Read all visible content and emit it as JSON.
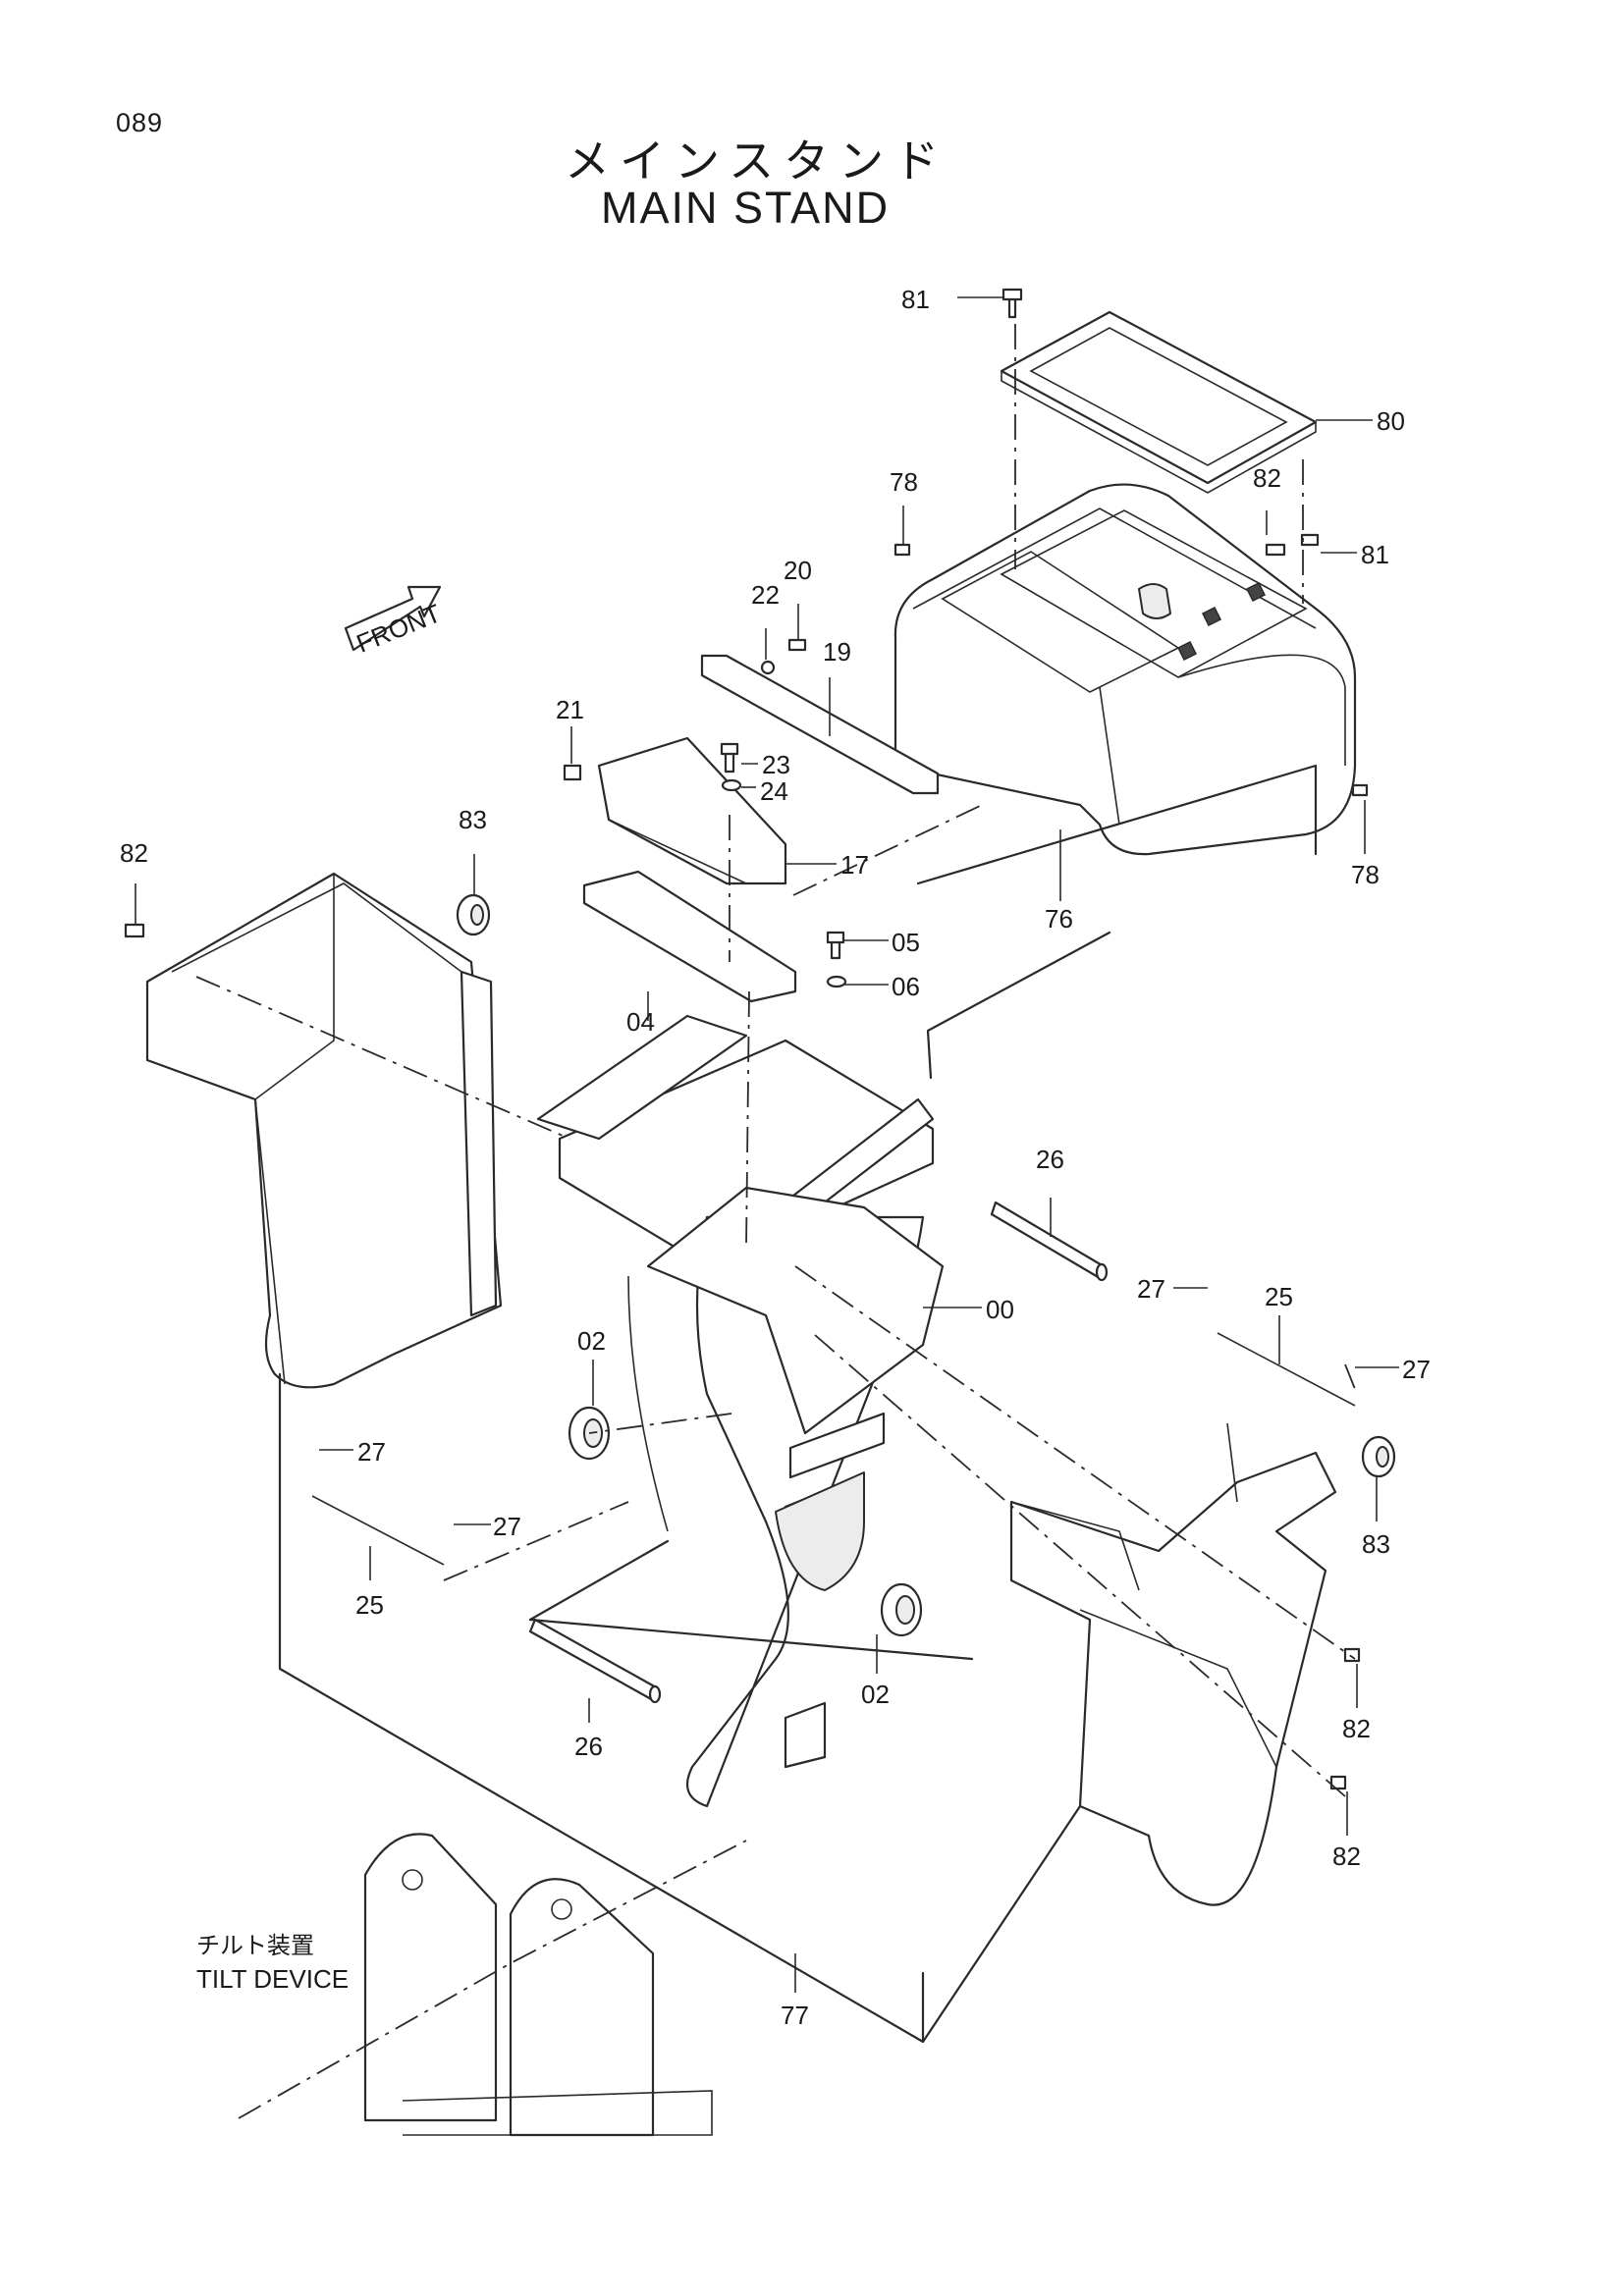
{
  "header": {
    "page_number": "089",
    "title_jp": "メインスタンド",
    "title_en": "MAIN STAND"
  },
  "front_label": "FRONT",
  "tilt_device": {
    "label_jp": "チルト装置",
    "label_en": "TILT DEVICE"
  },
  "callouts": [
    {
      "id": "c81a",
      "text": "81"
    },
    {
      "id": "c80",
      "text": "80"
    },
    {
      "id": "c78a",
      "text": "78"
    },
    {
      "id": "c82a",
      "text": "82"
    },
    {
      "id": "c81b",
      "text": "81"
    },
    {
      "id": "c22",
      "text": "22"
    },
    {
      "id": "c20",
      "text": "20"
    },
    {
      "id": "c19",
      "text": "19"
    },
    {
      "id": "c21",
      "text": "21"
    },
    {
      "id": "c23",
      "text": "23"
    },
    {
      "id": "c24",
      "text": "24"
    },
    {
      "id": "c17",
      "text": "17"
    },
    {
      "id": "c76",
      "text": "76"
    },
    {
      "id": "c78b",
      "text": "78"
    },
    {
      "id": "c83a",
      "text": "83"
    },
    {
      "id": "c82b",
      "text": "82"
    },
    {
      "id": "c05",
      "text": "05"
    },
    {
      "id": "c06",
      "text": "06"
    },
    {
      "id": "c04",
      "text": "04"
    },
    {
      "id": "c26a",
      "text": "26"
    },
    {
      "id": "c00",
      "text": "00"
    },
    {
      "id": "c27a",
      "text": "27"
    },
    {
      "id": "c25a",
      "text": "25"
    },
    {
      "id": "c27b",
      "text": "27"
    },
    {
      "id": "c02a",
      "text": "02"
    },
    {
      "id": "c27c",
      "text": "27"
    },
    {
      "id": "c27d",
      "text": "27"
    },
    {
      "id": "c25b",
      "text": "25"
    },
    {
      "id": "c83b",
      "text": "83"
    },
    {
      "id": "c02b",
      "text": "02"
    },
    {
      "id": "c26b",
      "text": "26"
    },
    {
      "id": "c82c",
      "text": "82"
    },
    {
      "id": "c82d",
      "text": "82"
    },
    {
      "id": "c77",
      "text": "77"
    }
  ]
}
